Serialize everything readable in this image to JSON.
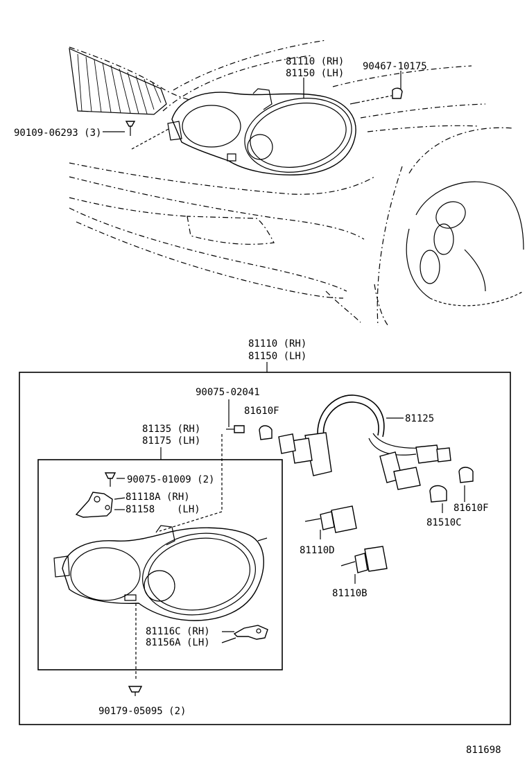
{
  "labels": {
    "top_headlamp_rh": "81110 (RH)",
    "top_headlamp_lh": "81150 (LH)",
    "top_clip": "90467-10175",
    "top_screw": "90109-06293 (3)",
    "box_headlamp_rh": "81110 (RH)",
    "box_headlamp_lh": "81150 (LH)",
    "screw_02041": "90075-02041",
    "bulb_left_81610f": "81610F",
    "cord_81125": "81125",
    "housing_rh": "81135 (RH)",
    "housing_lh": "81175 (LH)",
    "screw_01009": "90075-01009 (2)",
    "bracket_rh": "81118A (RH)",
    "bracket_lh": "81158",
    "bracket_lh_side": "(LH)",
    "bulb_right_81610f": "81610F",
    "bulb_81510c": "81510C",
    "bulb_81110d": "81110D",
    "bulb_81110b": "81110B",
    "bracket2_rh": "81116C (RH)",
    "bracket2_lh": "81156A (LH)",
    "clip_05095": "90179-05095 (2)",
    "diagram_number": "811698"
  }
}
